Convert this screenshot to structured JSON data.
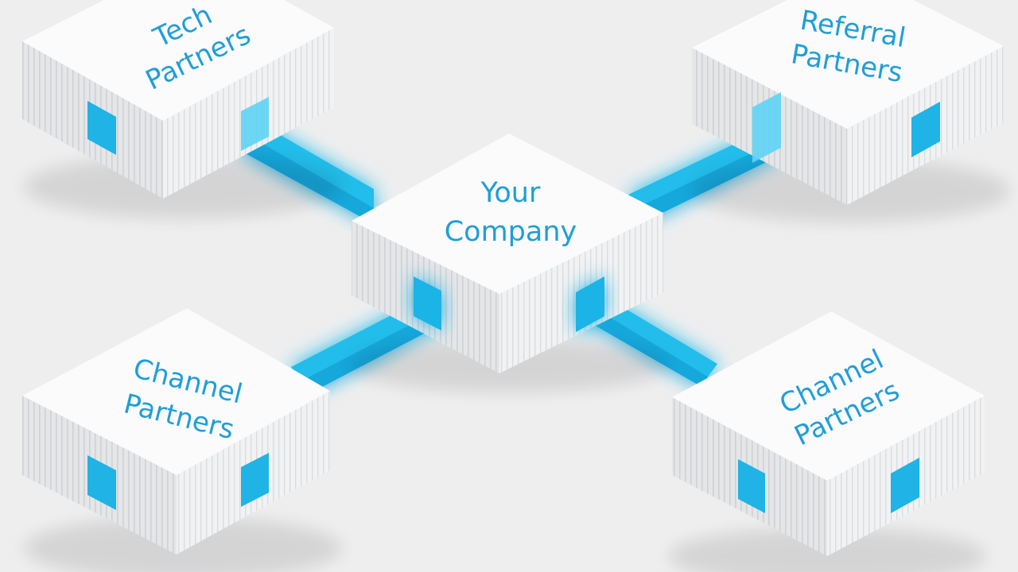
{
  "diagram": {
    "center": {
      "line1": "Your",
      "line2": "Company"
    },
    "nodes": [
      {
        "id": "tech",
        "line1": "Tech",
        "line2": "Partners"
      },
      {
        "id": "referral",
        "line1": "Referral",
        "line2": "Partners"
      },
      {
        "id": "channel_left",
        "line1": "Channel",
        "line2": "Partners"
      },
      {
        "id": "channel_right",
        "line1": "Channel",
        "line2": "Partners"
      }
    ]
  },
  "colors": {
    "background": "#eeeeef",
    "box_top": "#fbfbfc",
    "box_left": "#e3e4e6",
    "box_right": "#f0f1f2",
    "accent": "#23bfec",
    "text": "#1f9ed8"
  }
}
